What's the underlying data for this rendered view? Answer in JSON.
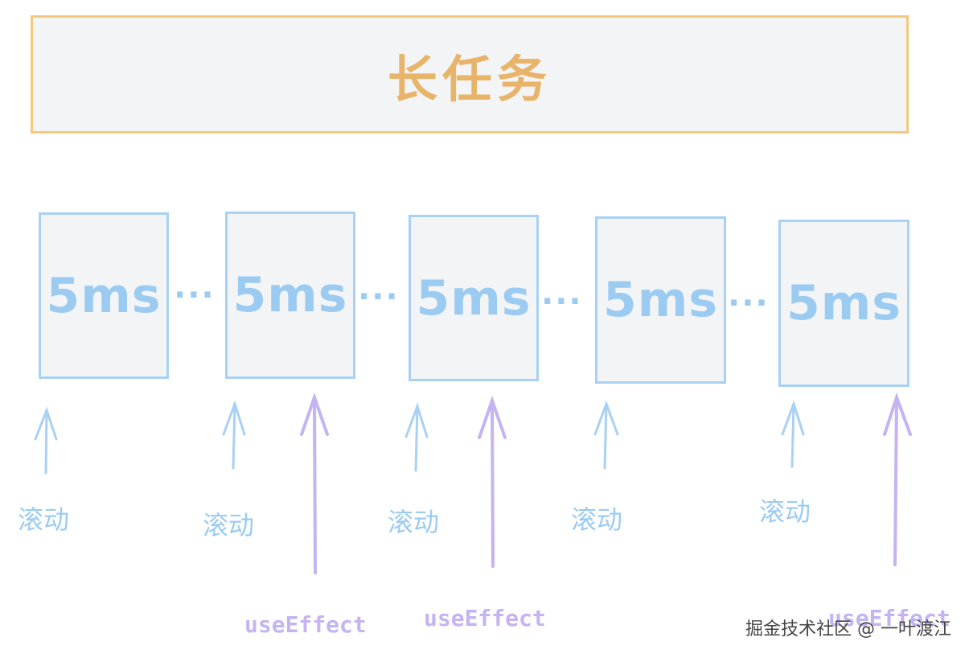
{
  "long_task": {
    "label": "长任务"
  },
  "slices": [
    {
      "label": "5ms"
    },
    {
      "label": "5ms"
    },
    {
      "label": "5ms"
    },
    {
      "label": "5ms"
    },
    {
      "label": "5ms"
    }
  ],
  "separator": "···",
  "scroll_label": "滚动",
  "effect_label": "useEffect",
  "watermark": "掘金技术社区 @ 一叶渡江",
  "colors": {
    "long_task_border": "#f5c97d",
    "long_task_text": "#e8b46a",
    "slice_border": "#a8d1f3",
    "slice_text": "#9ccbf2",
    "effect_arrow": "#c5b3f2"
  }
}
